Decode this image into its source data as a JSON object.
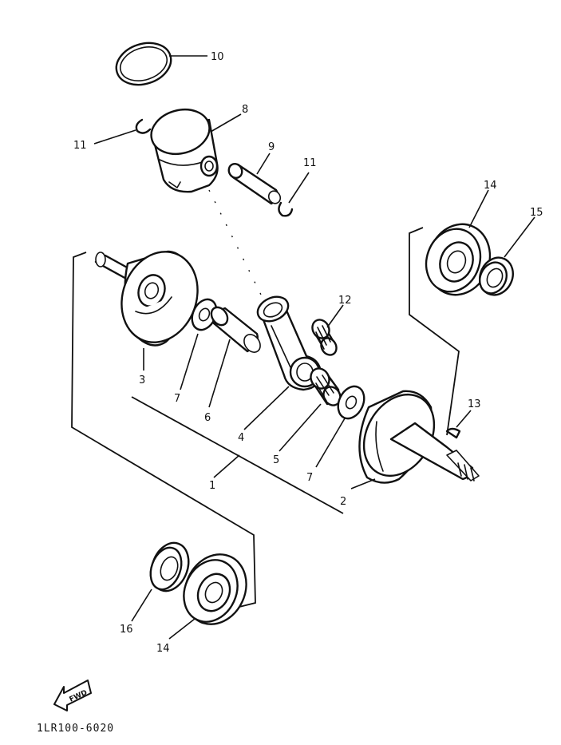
{
  "diagram": {
    "callouts": {
      "ring": "10",
      "piston": "8",
      "circlip_left": "11",
      "pin": "9",
      "circlip_right": "11",
      "bearing_top": "14",
      "seal_top": "15",
      "rod_bearing": "12",
      "crank_left": "3",
      "washer_left": "7",
      "crankpin": "6",
      "conrod": "4",
      "crank_assy": "1",
      "thrust_bearing": "5",
      "washer_right": "7",
      "key": "13",
      "crank_right": "2",
      "seal_bottom": "16",
      "bearing_bottom": "14"
    },
    "fwd_label": "FWD",
    "drawing_code": "1LR100-6020"
  }
}
